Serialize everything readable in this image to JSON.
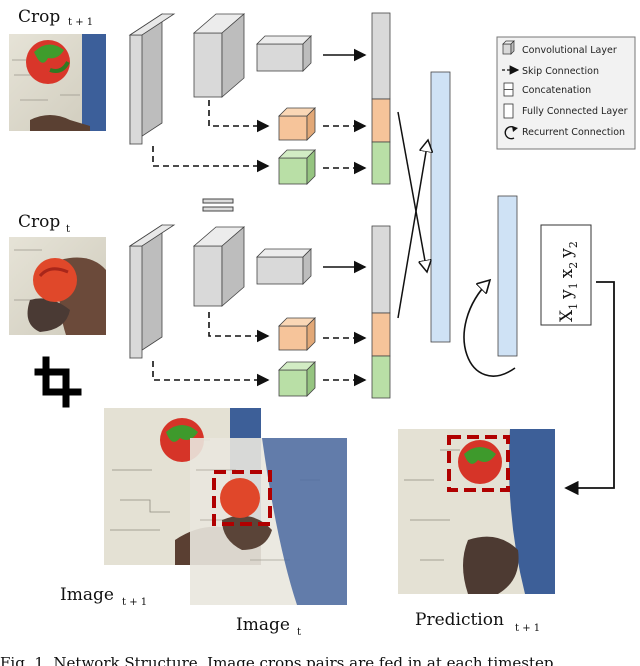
{
  "labels": {
    "crop_t1": "Crop",
    "crop_t1_sub": "t + 1",
    "crop_t": "Crop",
    "crop_t_sub": "t",
    "image_t1": "Image",
    "image_t1_sub": "t + 1",
    "image_t": "Image",
    "image_t_sub": "t",
    "prediction": "Prediction",
    "prediction_sub": "t + 1",
    "output_x1": "X",
    "output_x1_sub": "1",
    "output_y1": "y",
    "output_y1_sub": "1",
    "output_x2": "x",
    "output_x2_sub": "2",
    "output_y2": "y",
    "output_y2_sub": "2"
  },
  "legend": {
    "conv": "Convolutional Layer",
    "skip": "Skip Connection",
    "concat": "Concatenation",
    "fc": "Fully Connected Layer",
    "recurrent": "Recurrent Connection"
  },
  "caption": "Fig. 1.   Network Structure. Image crops pairs are fed in at each timestep",
  "colors": {
    "conv_gray": "#d9d9d9",
    "orange": "#f6c49a",
    "green": "#b9dfa6",
    "fc_blue": "#cfe2f5",
    "bbox_red": "#b00000"
  }
}
